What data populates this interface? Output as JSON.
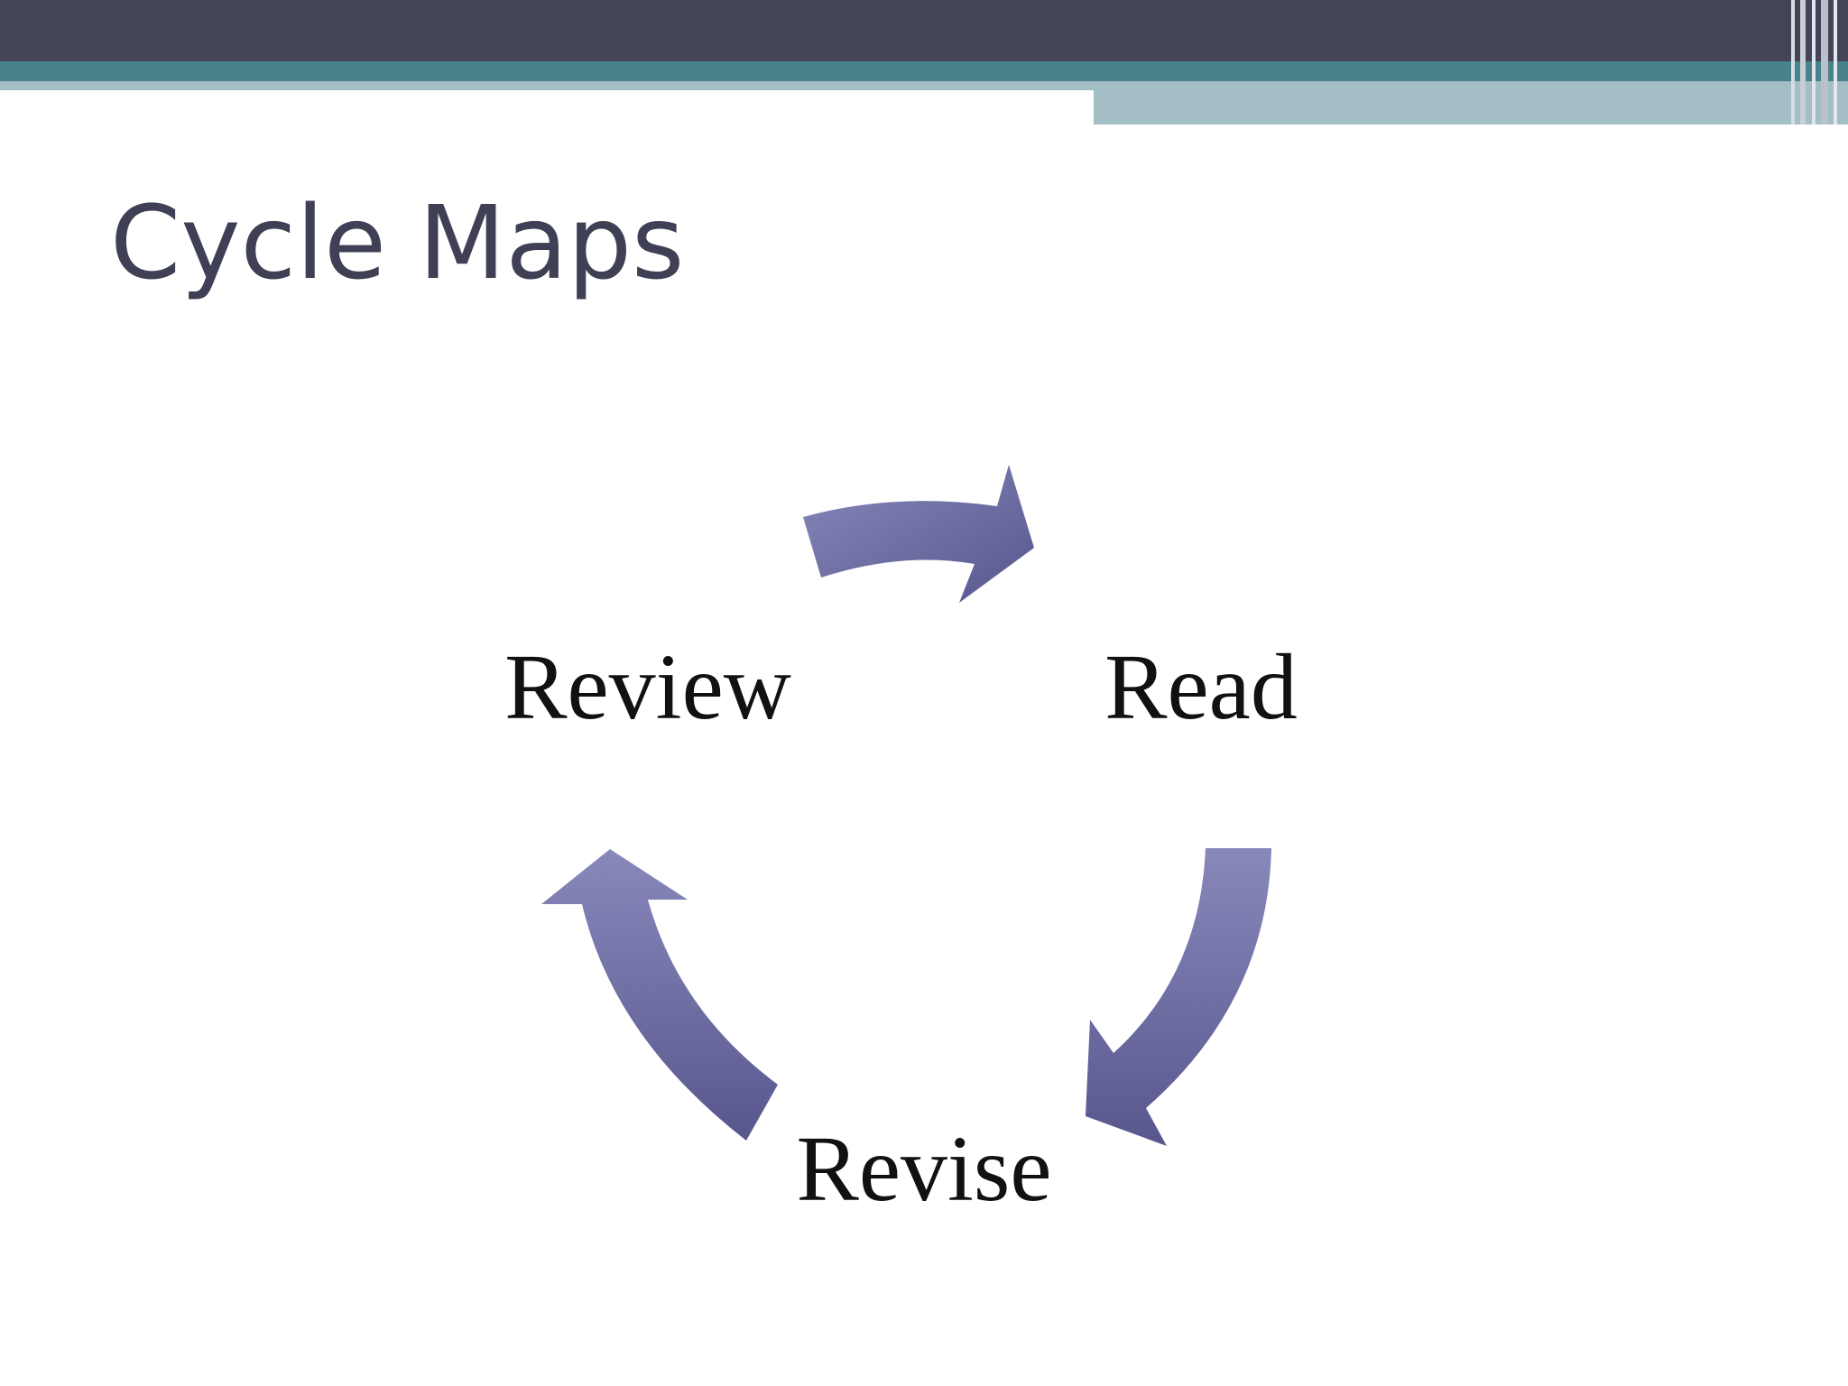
{
  "slide": {
    "title": "Cycle Maps"
  },
  "cycle": {
    "nodes": [
      {
        "id": "review",
        "label": "Review"
      },
      {
        "id": "read",
        "label": "Read"
      },
      {
        "id": "revise",
        "label": "Revise"
      }
    ],
    "edges": [
      {
        "from": "review",
        "to": "read"
      },
      {
        "from": "read",
        "to": "revise"
      },
      {
        "from": "revise",
        "to": "review"
      }
    ]
  },
  "colors": {
    "header_dark": "#444458",
    "header_teal": "#48828a",
    "header_light": "#a3bec4",
    "title_text": "#3f3f55",
    "arrow_light": "#8888bb",
    "arrow_dark": "#57578e"
  }
}
